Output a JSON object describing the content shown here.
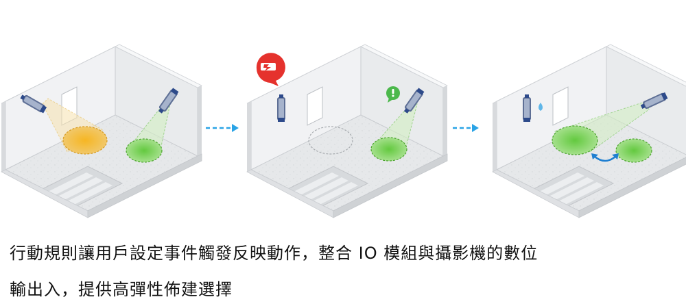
{
  "caption": {
    "line1": "行動規則讓用戶設定事件觸發反映動作，整合 IO 模組與攝影機的數位",
    "line2": "輸出入，提供高彈性佈建選擇"
  },
  "scenes": [
    {
      "name": "scene-1",
      "detections": [
        "orange-zone",
        "green-zone"
      ]
    },
    {
      "name": "scene-2",
      "detections": [
        "green-zone"
      ],
      "alarm": "alarm",
      "alert": "alert"
    },
    {
      "name": "scene-3",
      "detections": [
        "green-zone-large",
        "green-zone-small"
      ]
    }
  ],
  "colors": {
    "orange_zone": "#f2b335",
    "green_zone": "#7cd45a",
    "arrow": "#29a3e6",
    "alarm_bubble": "#e5322d",
    "alert_bubble": "#4bb84b",
    "camera": "#2d4a8a",
    "wall": "#eceef0",
    "floor": "#e4e6e8"
  }
}
